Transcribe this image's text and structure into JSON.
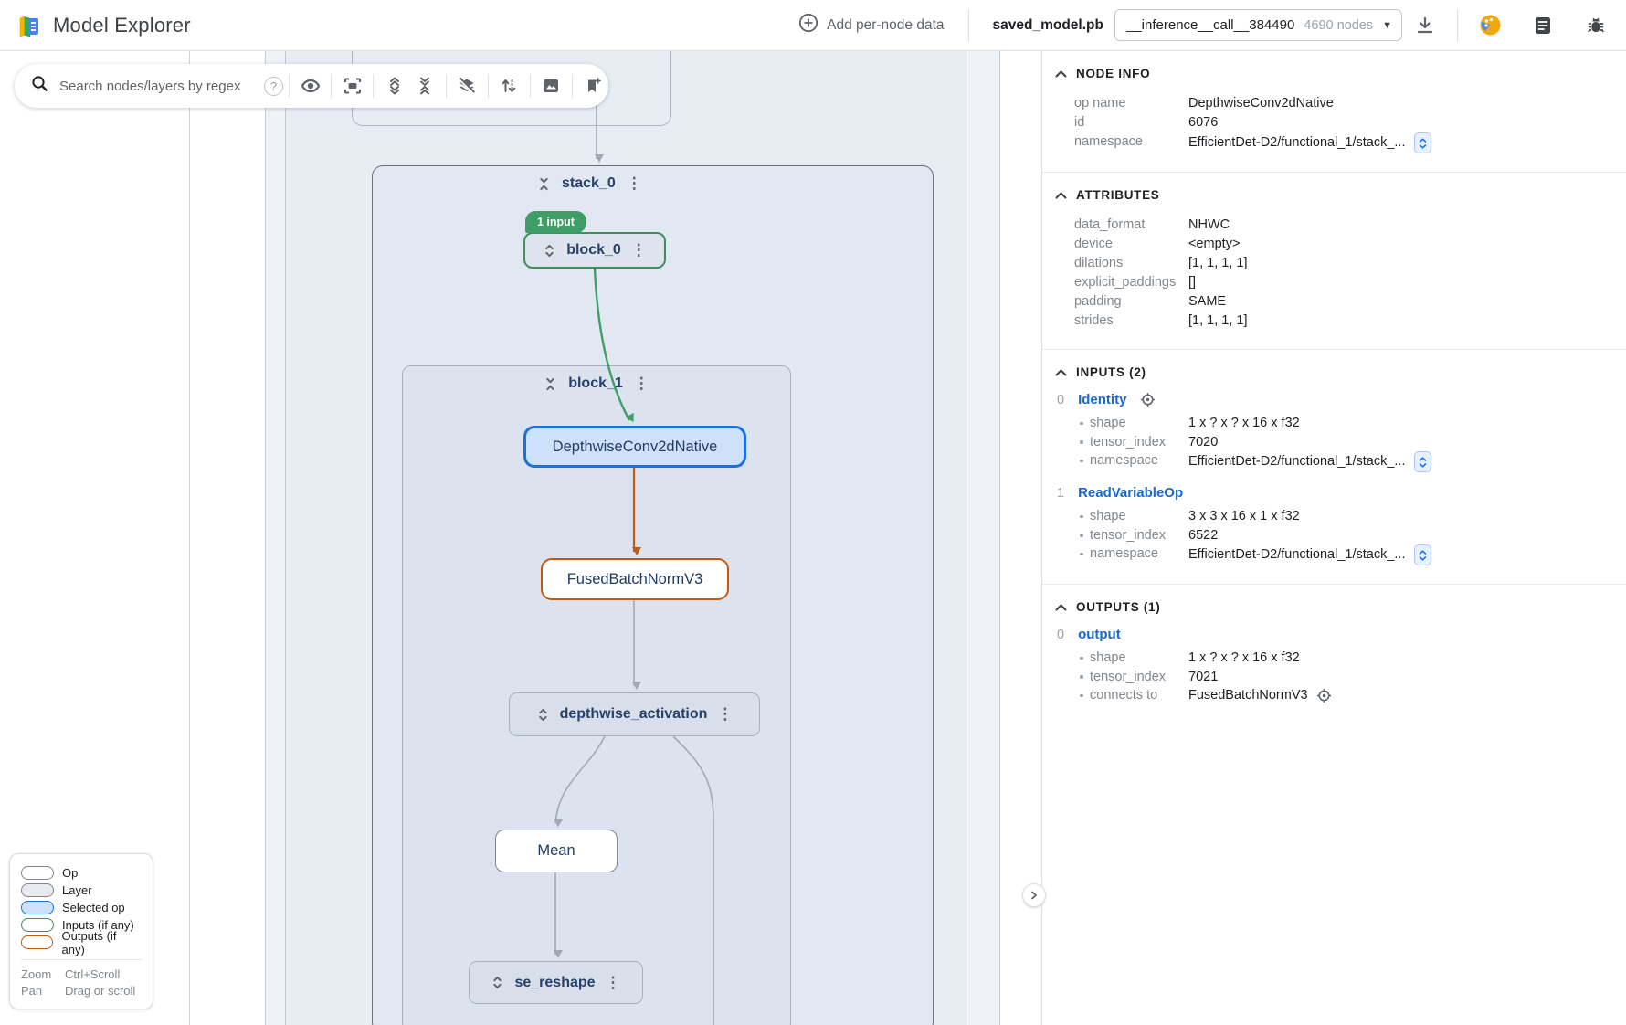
{
  "header": {
    "app_title": "Model Explorer",
    "add_per_node_data_label": "Add per-node data",
    "model_file": "saved_model.pb",
    "graph_selector_value": "__inference__call__384490",
    "graph_selector_nodes": "4690 nodes"
  },
  "toolbar": {
    "search_placeholder": "Search nodes/layers by regex"
  },
  "icons": {
    "help": "?",
    "kebab": "⋮",
    "dropdown_arrow": "▼"
  },
  "graph": {
    "stack_0_label": "stack_0",
    "input_badge": "1 input",
    "block_0_label": "block_0",
    "block_1_label": "block_1",
    "selected_op_label": "DepthwiseConv2dNative",
    "fused_batch_norm_label": "FusedBatchNormV3",
    "depthwise_activation_label": "depthwise_activation",
    "mean_label": "Mean",
    "se_reshape_label": "se_reshape"
  },
  "legend": {
    "items": [
      {
        "label": "Op"
      },
      {
        "label": "Layer"
      },
      {
        "label": "Selected op"
      },
      {
        "label": "Inputs (if any)"
      },
      {
        "label": "Outputs (if any)"
      }
    ],
    "hints": [
      {
        "action": "Zoom",
        "gesture": "Ctrl+Scroll"
      },
      {
        "action": "Pan",
        "gesture": "Drag or scroll"
      }
    ]
  },
  "panel": {
    "node_info": {
      "title": "NODE INFO",
      "rows": [
        {
          "label": "op name",
          "value": "DepthwiseConv2dNative"
        },
        {
          "label": "id",
          "value": "6076"
        },
        {
          "label": "namespace",
          "value": "EfficientDet-D2/functional_1/stack_..."
        }
      ]
    },
    "attributes": {
      "title": "ATTRIBUTES",
      "rows": [
        {
          "label": "data_format",
          "value": "NHWC"
        },
        {
          "label": "device",
          "value": "<empty>"
        },
        {
          "label": "dilations",
          "value": "[1, 1, 1, 1]"
        },
        {
          "label": "explicit_paddings",
          "value": "[]"
        },
        {
          "label": "padding",
          "value": "SAME"
        },
        {
          "label": "strides",
          "value": "[1, 1, 1, 1]"
        }
      ]
    },
    "inputs": {
      "title": "INPUTS (2)",
      "items": [
        {
          "index": "0",
          "name": "Identity",
          "rows": [
            {
              "label": "shape",
              "value": "1 x ? x ? x 16 x f32"
            },
            {
              "label": "tensor_index",
              "value": "7020"
            },
            {
              "label": "namespace",
              "value": "EfficientDet-D2/functional_1/stack_..."
            }
          ]
        },
        {
          "index": "1",
          "name": "ReadVariableOp",
          "rows": [
            {
              "label": "shape",
              "value": "3 x 3 x 16 x 1 x f32"
            },
            {
              "label": "tensor_index",
              "value": "6522"
            },
            {
              "label": "namespace",
              "value": "EfficientDet-D2/functional_1/stack_..."
            }
          ]
        }
      ]
    },
    "outputs": {
      "title": "OUTPUTS (1)",
      "items": [
        {
          "index": "0",
          "name": "output",
          "rows": [
            {
              "label": "shape",
              "value": "1 x ? x ? x 16 x f32"
            },
            {
              "label": "tensor_index",
              "value": "7021"
            },
            {
              "label": "connects to",
              "value": "FusedBatchNormV3"
            }
          ]
        }
      ]
    }
  },
  "colors": {
    "accent_blue": "#1a73e8",
    "selected_fill": "#cde2fa",
    "input_green": "#3f9d67",
    "output_orange": "#c05a12"
  }
}
